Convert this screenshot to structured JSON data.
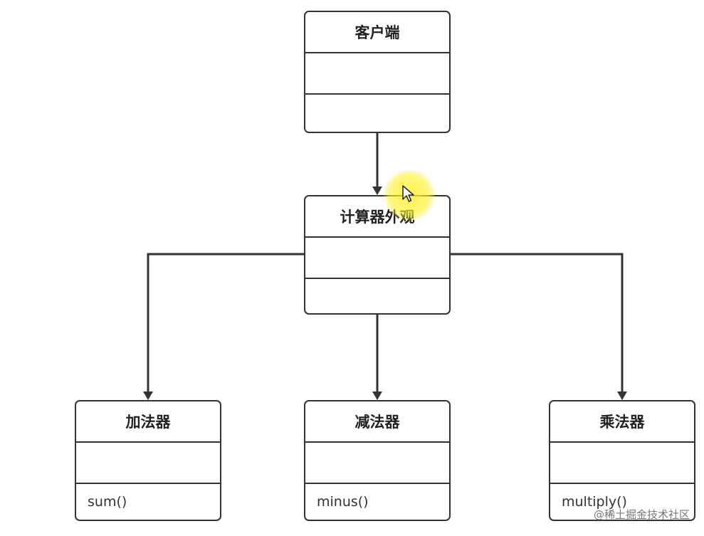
{
  "diagram": {
    "client": {
      "name": "客户端",
      "methods": ""
    },
    "facade": {
      "name": "计算器外观",
      "methods": ""
    },
    "adder": {
      "name": "加法器",
      "methods": "sum()"
    },
    "subtractor": {
      "name": "减法器",
      "methods": "minus()"
    },
    "multiplier": {
      "name": "乘法器",
      "methods": "multiply()"
    },
    "edges": [
      {
        "from": "client",
        "to": "facade"
      },
      {
        "from": "facade",
        "to": "adder"
      },
      {
        "from": "facade",
        "to": "subtractor"
      },
      {
        "from": "facade",
        "to": "multiplier"
      }
    ]
  },
  "watermark": "@稀土掘金技术社区"
}
